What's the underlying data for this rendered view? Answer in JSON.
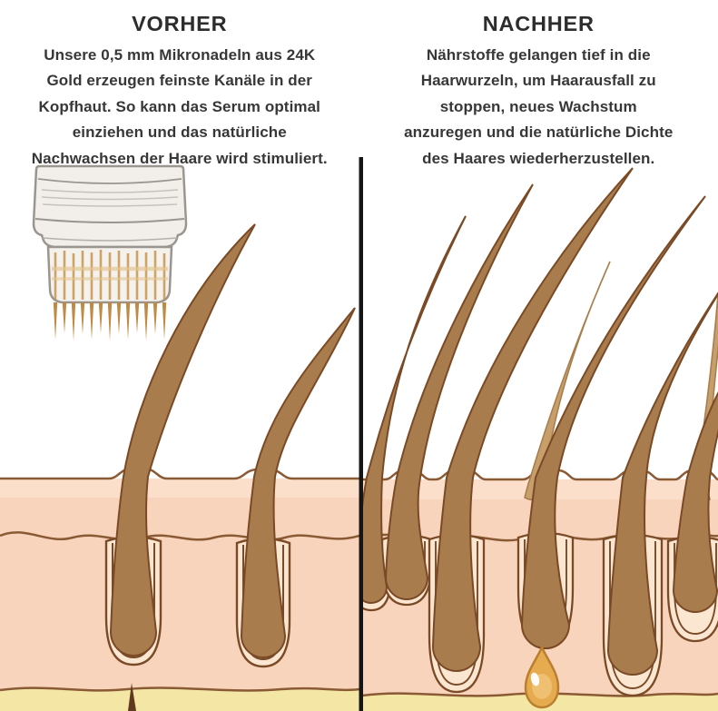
{
  "left_panel": {
    "title": "VORHER",
    "description": "Unsere 0,5 mm Mikronadeln aus 24K\nGold erzeugen feinste Kanäle in der\nKopfhaut. So kann das Serum optimal\neinziehen und das natürliche\nNachwachsen der Haare wird stimuliert."
  },
  "right_panel": {
    "title": "NACHHER",
    "description": "Nährstoffe gelangen tief in die\nHaarwurzeln, um Haarausfall zu\nstoppen, neues Wachstum\nanzuregen und die natürliche Dichte\ndes Haares wiederherzustellen."
  },
  "illustration": {
    "left_scene": "derma-stamp with gold microneedles above scalp cross-section with 2 sparse hairs",
    "right_scene": "dense scalp cross-section with 8 hairs, deep follicles and serum drop",
    "divider": "vertical black line between before and after panels"
  },
  "colors": {
    "heading_text": "#2d2d2d",
    "body_text": "#373737",
    "hair_brown": "#a97c4d",
    "hair_outline": "#7a4a26",
    "hair_light": "#c79f6b",
    "skin_epidermis": "#fcdfca",
    "skin_dermis": "#f8d4bc",
    "skin_fat": "#f4e7a6",
    "skin_outline": "#8a5a35",
    "follicle_sheath": "#fbe6d2",
    "serum_gold": "#e7ab4f",
    "serum_outline": "#b97f2e",
    "device_body": "#f2efeb",
    "device_outline": "#9a968f",
    "needle_gold": "#c08a42",
    "divider": "#151515"
  }
}
